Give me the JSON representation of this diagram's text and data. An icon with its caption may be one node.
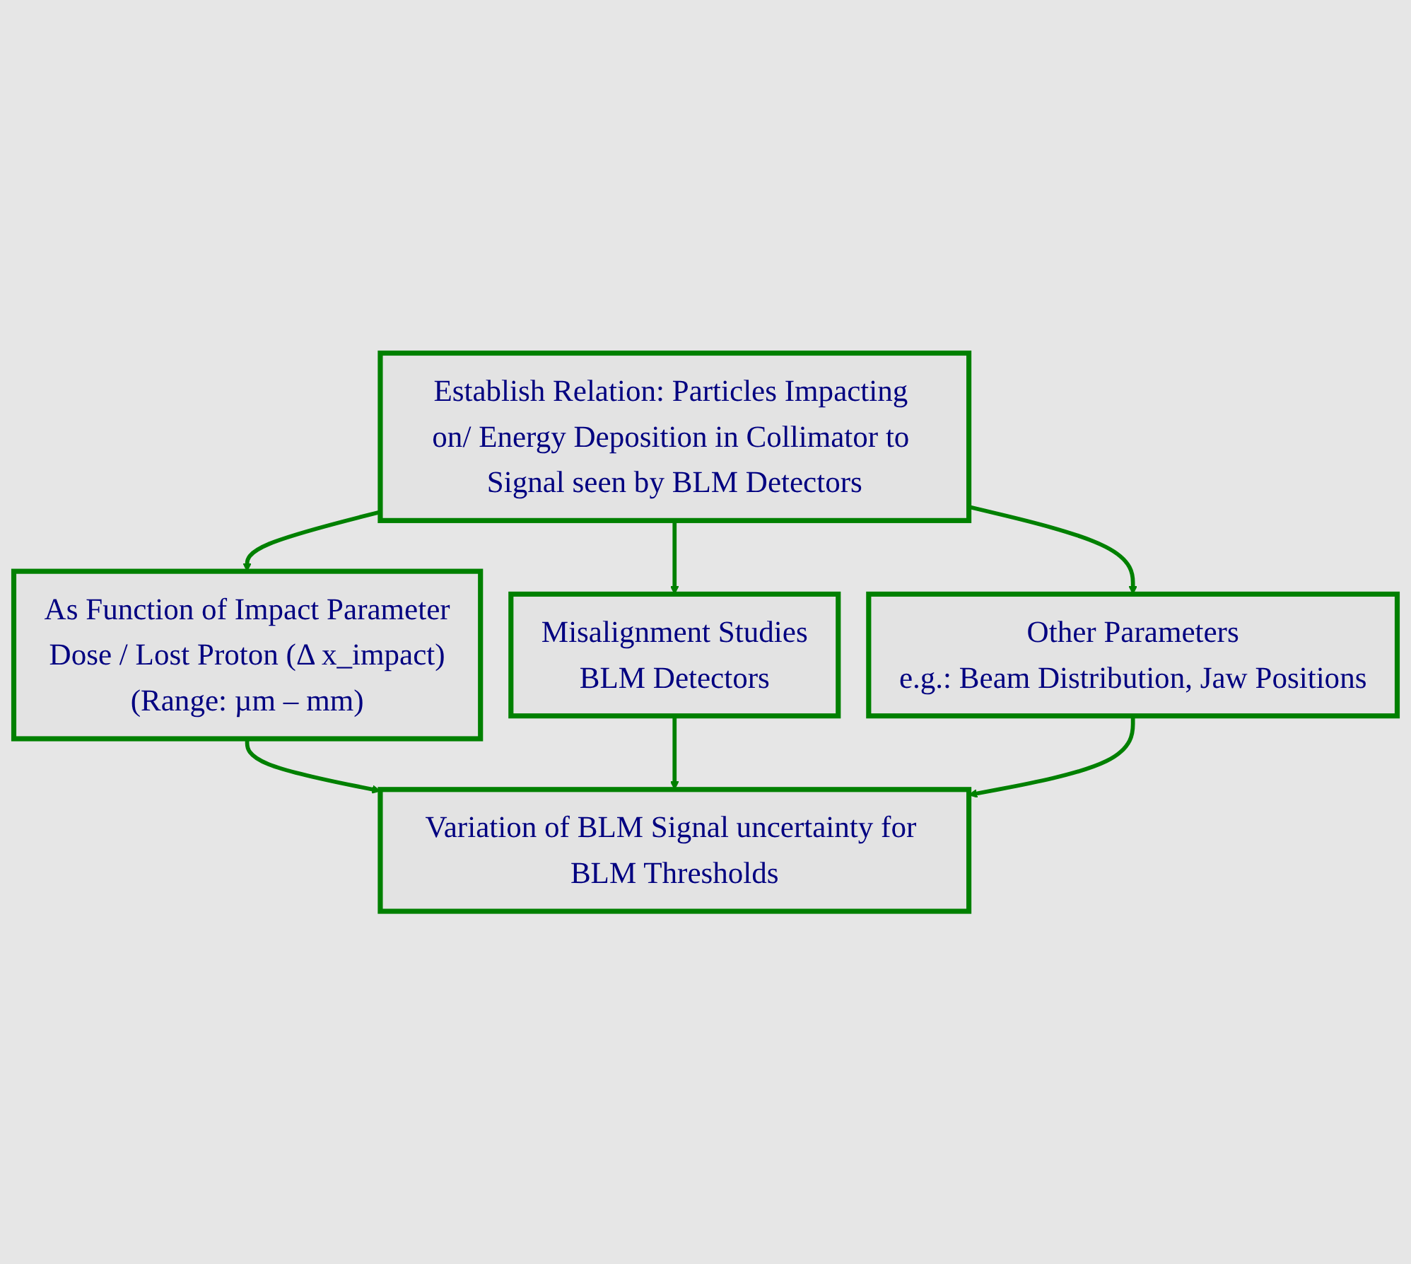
{
  "diagram": {
    "nodes": [
      {
        "text": [
          "Establish Relation: Particles Impacting on/ Energy Deposition in Collimator to Signal seen by BLM Detectors"
        ]
      },
      {
        "text": [
          "As Function of Impact Parameter",
          "Dose / Lost Proton (Δ x_impact)",
          "(Range: µm – mm)"
        ]
      },
      {
        "text": [
          "Misalignment Studies",
          "BLM Detectors"
        ]
      },
      {
        "text": [
          "Other Parameters",
          "e.g.: Beam Distribution, Jaw Positions"
        ]
      },
      {
        "text": [
          "Variation of BLM Signal uncertainty for BLM Thresholds"
        ]
      }
    ],
    "edges": [
      {
        "from": 0,
        "to": 1,
        "arrow": "to"
      },
      {
        "from": 0,
        "to": 2,
        "arrow": "to"
      },
      {
        "from": 0,
        "to": 3,
        "arrow": "to"
      },
      {
        "from": 1,
        "to": 4,
        "arrow": "to"
      },
      {
        "from": 2,
        "to": 4,
        "arrow": "to"
      },
      {
        "from": 3,
        "to": 4,
        "arrow": "to"
      }
    ]
  }
}
